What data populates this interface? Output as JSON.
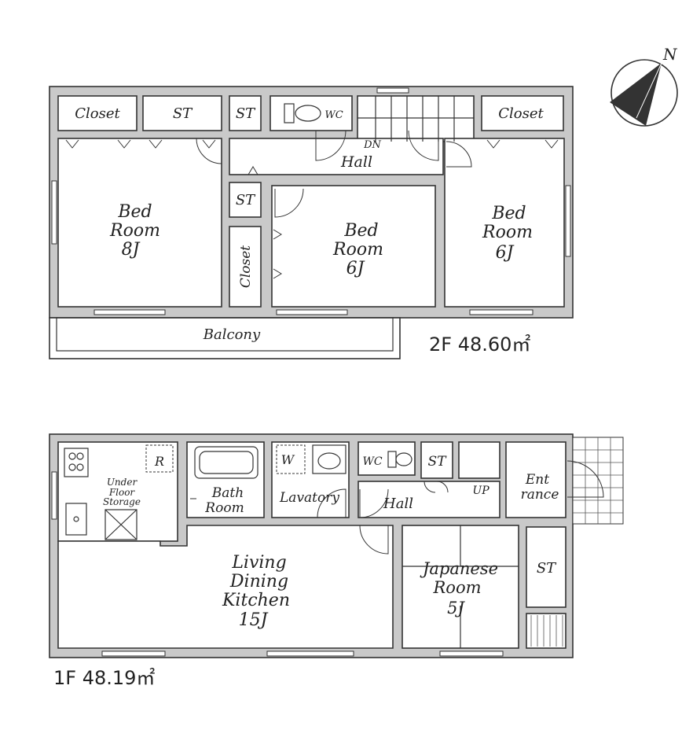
{
  "floor2": {
    "area_label": "2F 48.60㎡",
    "rooms": {
      "closet_left": "Closet",
      "st_1": "ST",
      "st_2": "ST",
      "wc": "WC",
      "dn": "DN",
      "hall": "Hall",
      "closet_right": "Closet",
      "bed_left_1": "Bed",
      "bed_left_2": "Room",
      "bed_left_3": "8J",
      "st_3": "ST",
      "closet_vertical": "Closet",
      "bed_mid_1": "Bed",
      "bed_mid_2": "Room",
      "bed_mid_3": "6J",
      "bed_right_1": "Bed",
      "bed_right_2": "Room",
      "bed_right_3": "6J",
      "balcony": "Balcony"
    }
  },
  "floor1": {
    "area_label": "1F 48.19㎡",
    "rooms": {
      "r": "R",
      "under_1": "Under",
      "under_2": "Floor",
      "under_3": "Storage",
      "bath_1": "Bath",
      "bath_2": "Room",
      "w": "W",
      "lavatory": "Lavatory",
      "wc": "WC",
      "st_1": "ST",
      "up": "UP",
      "hall": "Hall",
      "ent_1": "Ent",
      "ent_2": "rance",
      "ldk_1": "Living",
      "ldk_2": "Dining",
      "ldk_3": "Kitchen",
      "ldk_4": "15J",
      "jp_1": "Japanese",
      "jp_2": "Room",
      "jp_3": "5J",
      "st_2": "ST"
    }
  },
  "compass": {
    "label": "N"
  }
}
